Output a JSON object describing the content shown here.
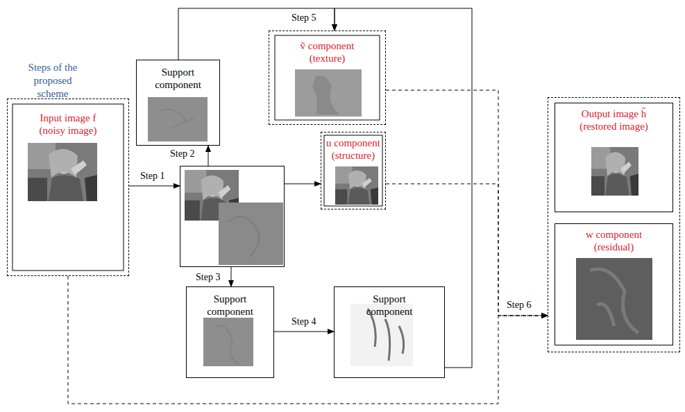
{
  "diagram": {
    "nodes": [
      {
        "text": [
          "Input image f (noisy image)"
        ]
      },
      {
        "text": []
      },
      {
        "text": [
          "Support component"
        ]
      },
      {
        "text": [
          "ṽ component (texture)"
        ]
      },
      {
        "text": [
          "u component (structure)"
        ]
      },
      {
        "text": [
          "Support component"
        ]
      },
      {
        "text": [
          "Support component"
        ]
      },
      {
        "text": []
      },
      {
        "text": [
          "Output image h̃ (restored image)"
        ],
        "in": 7
      },
      {
        "text": [
          "w component (residual)"
        ],
        "in": 7
      }
    ],
    "edges": [
      {
        "from": 0,
        "to": 1,
        "label": "Step 1",
        "arrow": "to"
      },
      {
        "from": 1,
        "to": 2,
        "label": "Step 2",
        "arrow": "to"
      },
      {
        "from": 1,
        "to": 4,
        "arrow": "to"
      },
      {
        "from": 1,
        "to": 5,
        "label": "Step 3",
        "arrow": "to"
      },
      {
        "from": 5,
        "to": 6,
        "label": "Step 4",
        "arrow": "to"
      },
      {
        "from": 2,
        "to": 3,
        "label": "Step 5",
        "arrow": "to"
      },
      {
        "from": 6,
        "to": 3,
        "arrow": "to"
      },
      {
        "from": 3,
        "to": 7,
        "arrow": "to"
      },
      {
        "from": 4,
        "to": 7,
        "label": "Step 6",
        "arrow": "to"
      },
      {
        "from": 0,
        "to": 7,
        "arrow": "to"
      }
    ],
    "labels": [
      "Steps of the proposed scheme"
    ]
  }
}
